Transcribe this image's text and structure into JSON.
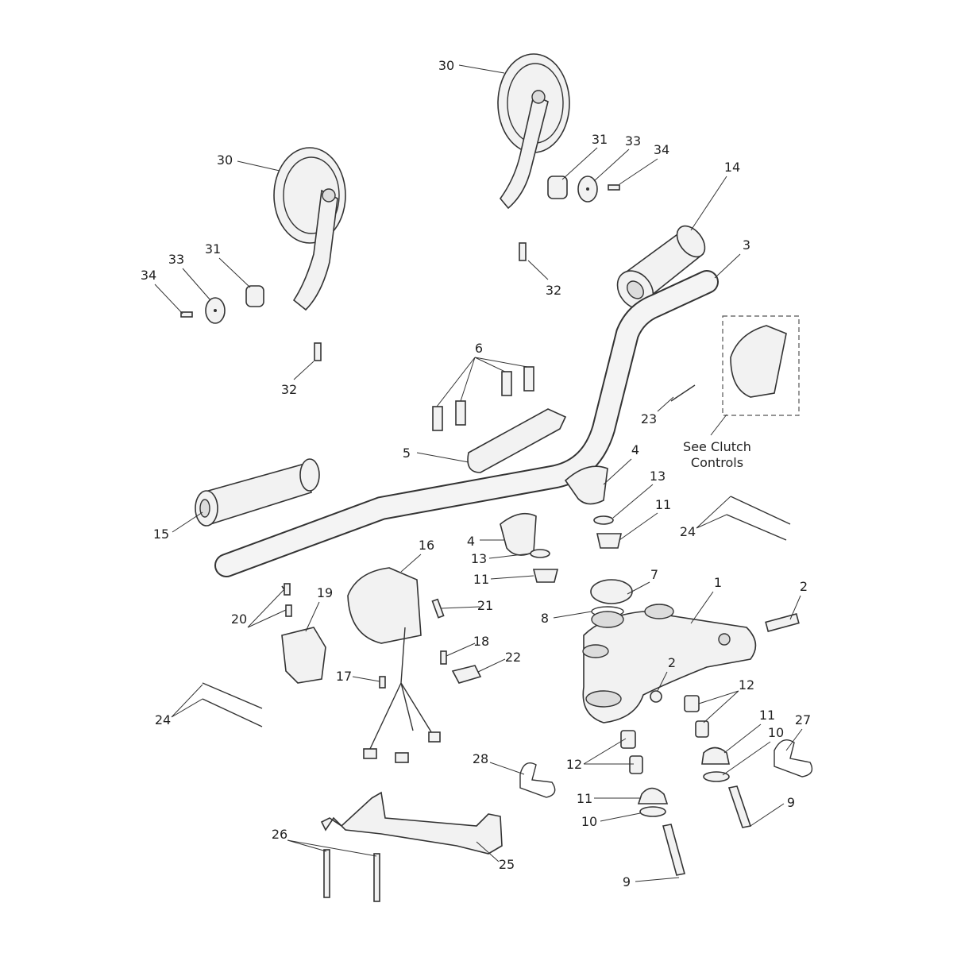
{
  "diagram": {
    "title": "Handlebars and Mirrors exploded parts diagram",
    "callouts": [
      "30",
      "30",
      "31",
      "33",
      "34",
      "14",
      "3",
      "32",
      "34",
      "33",
      "31",
      "32",
      "6",
      "23",
      "5",
      "4",
      "13",
      "11",
      "24",
      "15",
      "4",
      "13",
      "11",
      "16",
      "7",
      "1",
      "2",
      "8",
      "19",
      "20",
      "21",
      "18",
      "22",
      "17",
      "2",
      "12",
      "24",
      "11",
      "10",
      "27",
      "12",
      "28",
      "11",
      "10",
      "9",
      "26",
      "25",
      "9"
    ],
    "note_line1": "See Clutch",
    "note_line2": "Controls"
  }
}
